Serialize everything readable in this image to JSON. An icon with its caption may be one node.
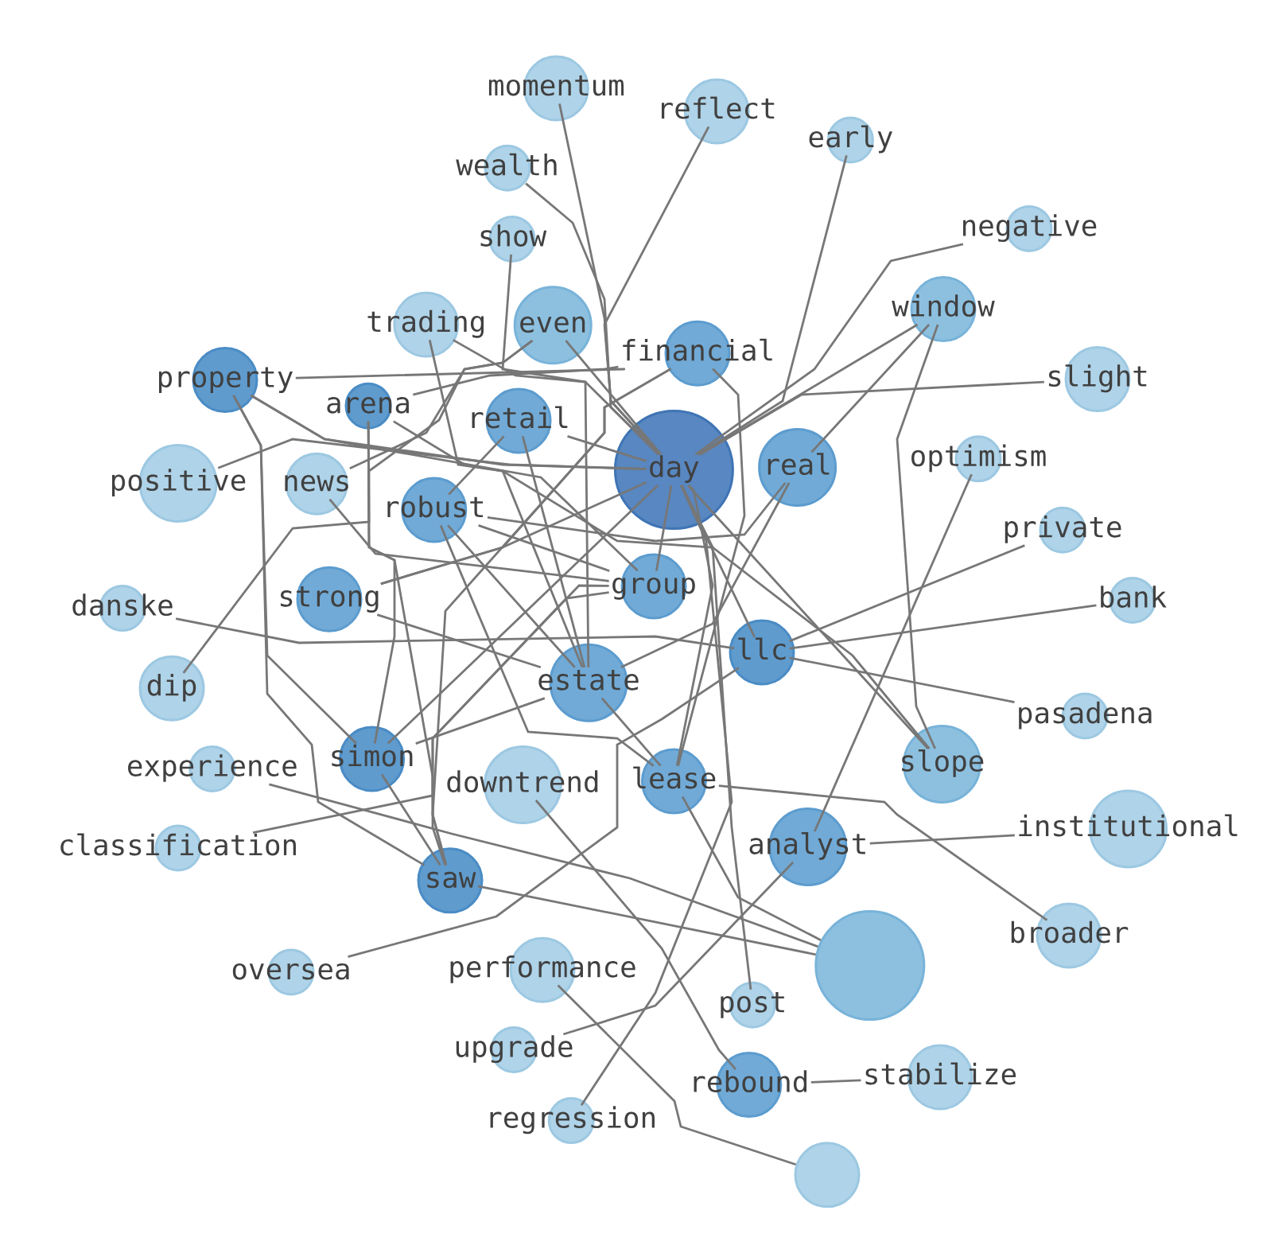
{
  "diagram": {
    "nodes": [
      {
        "text": [
          "reflect"
        ]
      },
      {
        "text": [
          "early"
        ]
      },
      {
        "text": [
          "momentum"
        ]
      },
      {
        "text": [
          "wealth"
        ]
      },
      {
        "text": [
          "negative"
        ]
      },
      {
        "text": [
          "show"
        ]
      },
      {
        "text": [
          "window"
        ]
      },
      {
        "text": [
          "trading"
        ]
      },
      {
        "text": [
          "even"
        ]
      },
      {
        "text": [
          "financial"
        ]
      },
      {
        "text": [
          "property"
        ]
      },
      {
        "text": [
          "slight"
        ]
      },
      {
        "text": [
          "arena"
        ]
      },
      {
        "text": [
          "optimism"
        ]
      },
      {
        "text": [
          "retail"
        ]
      },
      {
        "text": [
          "positive"
        ]
      },
      {
        "text": [
          "news"
        ]
      },
      {
        "text": [
          "robust"
        ]
      },
      {
        "text": [
          "real"
        ]
      },
      {
        "text": [
          "day"
        ]
      },
      {
        "text": [
          "private"
        ]
      },
      {
        "text": [
          "strong"
        ]
      },
      {
        "text": [
          "bank"
        ]
      },
      {
        "text": [
          "group"
        ]
      },
      {
        "text": [
          "danske"
        ]
      },
      {
        "text": [
          "llc"
        ]
      },
      {
        "text": [
          "estate"
        ]
      },
      {
        "text": [
          "dip"
        ]
      },
      {
        "text": [
          "experience"
        ]
      },
      {
        "text": [
          "pasadena"
        ]
      },
      {
        "text": [
          "downtrend"
        ]
      },
      {
        "text": [
          "simon"
        ]
      },
      {
        "text": [
          "slope"
        ]
      },
      {
        "text": [
          "lease"
        ]
      },
      {
        "text": [
          "institutional"
        ]
      },
      {
        "text": [
          "saw"
        ]
      },
      {
        "text": [
          "classification"
        ]
      },
      {
        "text": [
          "analyst"
        ]
      },
      {
        "text": [
          "broader"
        ]
      },
      {
        "text": [
          "performance"
        ]
      },
      {
        "text": [],
        "shape": "circle"
      },
      {
        "text": [
          "oversea"
        ]
      },
      {
        "text": [
          "post"
        ]
      },
      {
        "text": [
          "upgrade"
        ]
      },
      {
        "text": [
          "stabilize"
        ]
      },
      {
        "text": [
          "rebound"
        ]
      },
      {
        "text": [
          "regression"
        ]
      },
      {
        "text": [],
        "shape": "circle"
      }
    ],
    "edges": [
      {
        "from": 2,
        "to": 19,
        "arrow": "none"
      },
      {
        "from": 0,
        "to": 19,
        "arrow": "none"
      },
      {
        "from": 1,
        "to": 19,
        "arrow": "none"
      },
      {
        "from": 3,
        "to": 19,
        "arrow": "none"
      },
      {
        "from": 7,
        "to": 19,
        "arrow": "none"
      },
      {
        "from": 7,
        "to": 32,
        "arrow": "none"
      },
      {
        "from": 8,
        "to": 19,
        "arrow": "none"
      },
      {
        "from": 16,
        "to": 8,
        "arrow": "none"
      },
      {
        "from": 12,
        "to": 9,
        "arrow": "none"
      },
      {
        "from": 10,
        "to": 9,
        "arrow": "none"
      },
      {
        "from": 10,
        "to": 31,
        "arrow": "none"
      },
      {
        "from": 10,
        "to": 35,
        "arrow": "none"
      },
      {
        "from": 10,
        "to": 23,
        "arrow": "none"
      },
      {
        "from": 10,
        "to": 19,
        "arrow": "none"
      },
      {
        "from": 12,
        "to": 31,
        "arrow": "none"
      },
      {
        "from": 12,
        "to": 35,
        "arrow": "none"
      },
      {
        "from": 12,
        "to": 26,
        "arrow": "none"
      },
      {
        "from": 17,
        "to": 14,
        "arrow": "none"
      },
      {
        "from": 17,
        "to": 18,
        "arrow": "none"
      },
      {
        "from": 15,
        "to": 19,
        "arrow": "none"
      },
      {
        "from": 17,
        "to": 33,
        "arrow": "none"
      },
      {
        "from": 17,
        "to": 23,
        "arrow": "none"
      },
      {
        "from": 14,
        "to": 19,
        "arrow": "none"
      },
      {
        "from": 14,
        "to": 26,
        "arrow": "none"
      },
      {
        "from": 21,
        "to": 19,
        "arrow": "none"
      },
      {
        "from": 21,
        "to": 9,
        "arrow": "none"
      },
      {
        "from": 21,
        "to": 26,
        "arrow": "none"
      },
      {
        "from": 24,
        "to": 25,
        "arrow": "none"
      },
      {
        "from": 27,
        "to": 8,
        "arrow": "none"
      },
      {
        "from": 28,
        "to": 40,
        "arrow": "none"
      },
      {
        "from": 31,
        "to": 19,
        "arrow": "none"
      },
      {
        "from": 31,
        "to": 26,
        "arrow": "none"
      },
      {
        "from": 31,
        "to": 35,
        "arrow": "none"
      },
      {
        "from": 36,
        "to": 23,
        "arrow": "none"
      },
      {
        "from": 30,
        "to": 45,
        "arrow": "none"
      },
      {
        "from": 39,
        "to": 47,
        "arrow": "none"
      },
      {
        "from": 35,
        "to": 40,
        "arrow": "none"
      },
      {
        "from": 35,
        "to": 23,
        "arrow": "none"
      },
      {
        "from": 35,
        "to": 9,
        "arrow": "none"
      },
      {
        "from": 41,
        "to": 25,
        "arrow": "none"
      },
      {
        "from": 43,
        "to": 37,
        "arrow": "none"
      },
      {
        "from": 46,
        "to": 19,
        "arrow": "none"
      },
      {
        "from": 45,
        "to": 44,
        "arrow": "none"
      },
      {
        "from": 33,
        "to": 40,
        "arrow": "none"
      },
      {
        "from": 33,
        "to": 38,
        "arrow": "none"
      },
      {
        "from": 33,
        "to": 19,
        "arrow": "none"
      },
      {
        "from": 33,
        "to": 9,
        "arrow": "none"
      },
      {
        "from": 37,
        "to": 34,
        "arrow": "none"
      },
      {
        "from": 37,
        "to": 13,
        "arrow": "none"
      },
      {
        "from": 42,
        "to": 19,
        "arrow": "none"
      },
      {
        "from": 18,
        "to": 6,
        "arrow": "none"
      },
      {
        "from": 19,
        "to": 6,
        "arrow": "none"
      },
      {
        "from": 19,
        "to": 4,
        "arrow": "none"
      },
      {
        "from": 19,
        "to": 11,
        "arrow": "none"
      },
      {
        "from": 6,
        "to": 32,
        "arrow": "none"
      },
      {
        "from": 25,
        "to": 20,
        "arrow": "none"
      },
      {
        "from": 25,
        "to": 22,
        "arrow": "none"
      },
      {
        "from": 25,
        "to": 29,
        "arrow": "none"
      },
      {
        "from": 19,
        "to": 25,
        "arrow": "none"
      },
      {
        "from": 23,
        "to": 19,
        "arrow": "none"
      },
      {
        "from": 26,
        "to": 18,
        "arrow": "none"
      },
      {
        "from": 5,
        "to": 26,
        "arrow": "none"
      },
      {
        "from": 26,
        "to": 33,
        "arrow": "none"
      },
      {
        "from": 17,
        "to": 26,
        "arrow": "none"
      },
      {
        "from": 16,
        "to": 23,
        "arrow": "none"
      },
      {
        "from": 19,
        "to": 32,
        "arrow": "none"
      }
    ]
  }
}
